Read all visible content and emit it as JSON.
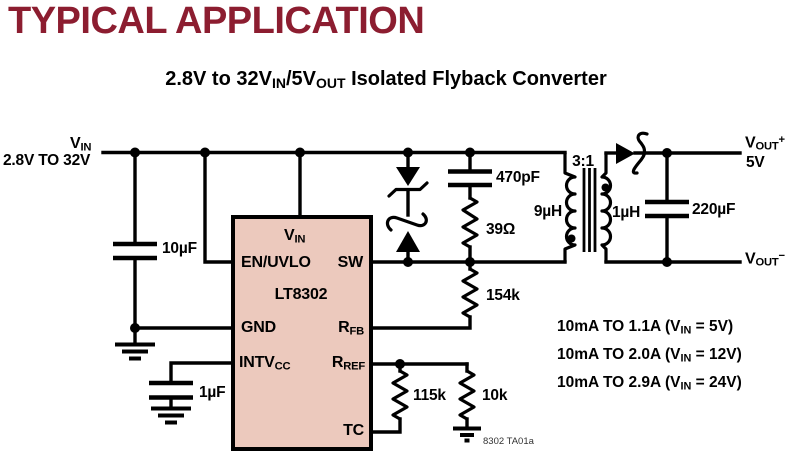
{
  "header": {
    "title": "TYPICAL APPLICATION"
  },
  "subtitle": {
    "pre": "2.8V to 32V",
    "sub1": "IN",
    "mid": "/5V",
    "sub2": "OUT",
    "post": " Isolated Flyback Converter"
  },
  "colors": {
    "title_maroon": "#8C1D30",
    "chip_fill": "#ECC9BD",
    "wire": "#000000"
  },
  "input": {
    "label_base": "V",
    "label_sub": "IN",
    "range": "2.8V TO 32V"
  },
  "chip": {
    "name": "LT8302",
    "pin_vin": {
      "base": "V",
      "sub": "IN"
    },
    "pin_en": "EN/UVLO",
    "pin_sw": "SW",
    "pin_gnd": "GND",
    "pin_rfb": {
      "base": "R",
      "sub": "FB"
    },
    "pin_intvcc": {
      "base": "INTV",
      "sub": "CC"
    },
    "pin_rref": {
      "base": "R",
      "sub": "REF"
    },
    "pin_tc": "TC"
  },
  "components": {
    "input_cap": "10µF",
    "intvcc_cap": "1µF",
    "snubber_cap": "470pF",
    "snubber_res": "39Ω",
    "fb_res": "154k",
    "ref_res": "115k",
    "tc_res": "10k",
    "out_cap": "220µF",
    "primary_inductance": "9µH",
    "secondary_inductance": "1µH",
    "turns_ratio": "3:1"
  },
  "output": {
    "plus": {
      "base": "V",
      "sub": "OUT",
      "sup": "+"
    },
    "plus_voltage": "5V",
    "minus": {
      "base": "V",
      "sub": "OUT",
      "sup": "−"
    }
  },
  "notes": [
    {
      "pre": "10mA TO 1.1A (V",
      "sub": "IN",
      "post": " = 5V)"
    },
    {
      "pre": "10mA TO 2.0A (V",
      "sub": "IN",
      "post": " = 12V)"
    },
    {
      "pre": "10mA TO 2.9A (V",
      "sub": "IN",
      "post": " = 24V)"
    }
  ],
  "footer": {
    "figure_id": "8302 TA01a"
  }
}
